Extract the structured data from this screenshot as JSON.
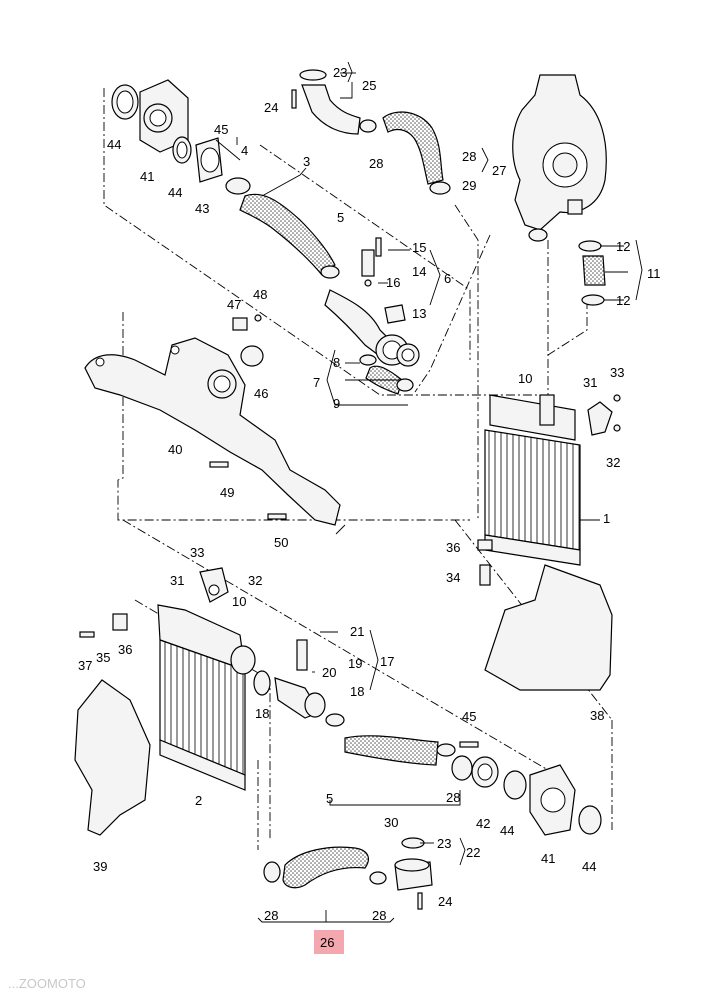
{
  "diagram": {
    "callouts": {
      "c1": "1",
      "c2": "2",
      "c3": "3",
      "c4": "4",
      "c5": "5",
      "c5b": "5",
      "c6": "6",
      "c7": "7",
      "c8": "8",
      "c9": "9",
      "c10": "10",
      "c10b": "10",
      "c11": "11",
      "c12a": "12",
      "c12b": "12",
      "c13": "13",
      "c14": "14",
      "c15": "15",
      "c16": "16",
      "c17": "17",
      "c18": "18",
      "c18b": "18",
      "c19": "19",
      "c20": "20",
      "c21": "21",
      "c22": "22",
      "c23": "23",
      "c23b": "23",
      "c24": "24",
      "c24b": "24",
      "c25": "25",
      "c26": "26",
      "c27": "27",
      "c28a": "28",
      "c28b": "28",
      "c28c": "28",
      "c28d": "28",
      "c28e": "28",
      "c29": "29",
      "c30": "30",
      "c31": "31",
      "c31b": "31",
      "c32": "32",
      "c32b": "32",
      "c33": "33",
      "c33b": "33",
      "c34": "34",
      "c35": "35",
      "c36": "36",
      "c36b": "36",
      "c37": "37",
      "c38": "38",
      "c39": "39",
      "c40": "40",
      "c41": "41",
      "c41b": "41",
      "c42": "42",
      "c43": "43",
      "c44a": "44",
      "c44b": "44",
      "c44c": "44",
      "c44d": "44",
      "c45": "45",
      "c45b": "45",
      "c46": "46",
      "c47": "47",
      "c48": "48",
      "c49": "49",
      "c50": "50"
    },
    "highlight_color": "#f4a7ae"
  },
  "watermark": "...ZOOMOTO"
}
